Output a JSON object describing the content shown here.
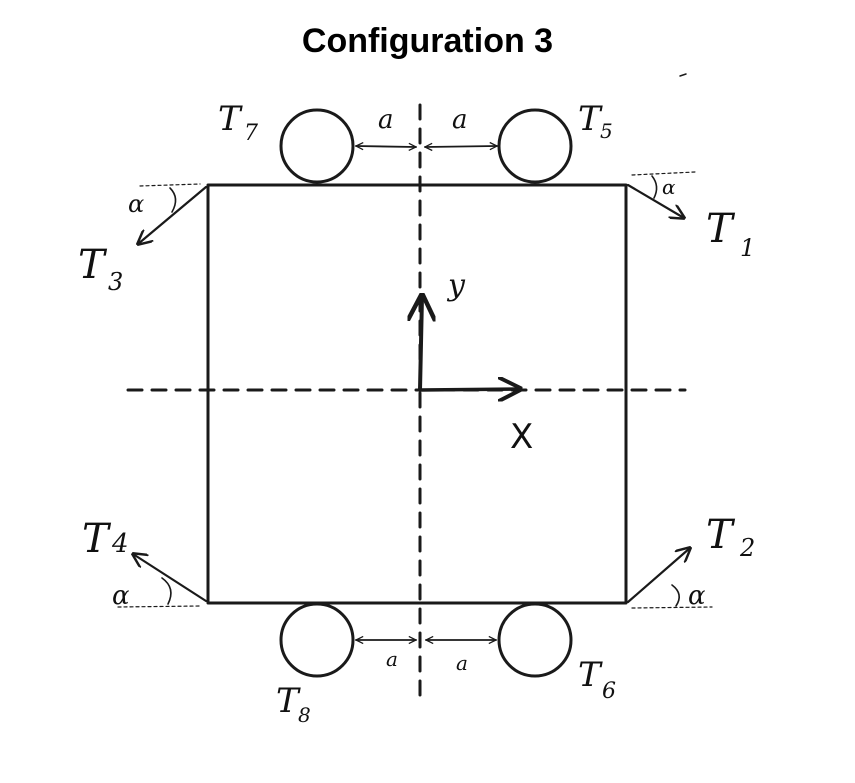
{
  "title": "Configuration 3",
  "labels": {
    "T1": "T",
    "T1_sub": "1",
    "T2": "T",
    "T2_sub": "2",
    "T3": "T",
    "T3_sub": "3",
    "T4": "T",
    "T4_sub": "4",
    "T5": "T",
    "T5_sub": "5",
    "T6": "T",
    "T6_sub": "6",
    "T7": "T",
    "T7_sub": "7",
    "T8": "T",
    "T8_sub": "8",
    "x_axis": "X",
    "y_axis": "y",
    "distance": "a",
    "angle": "α"
  }
}
